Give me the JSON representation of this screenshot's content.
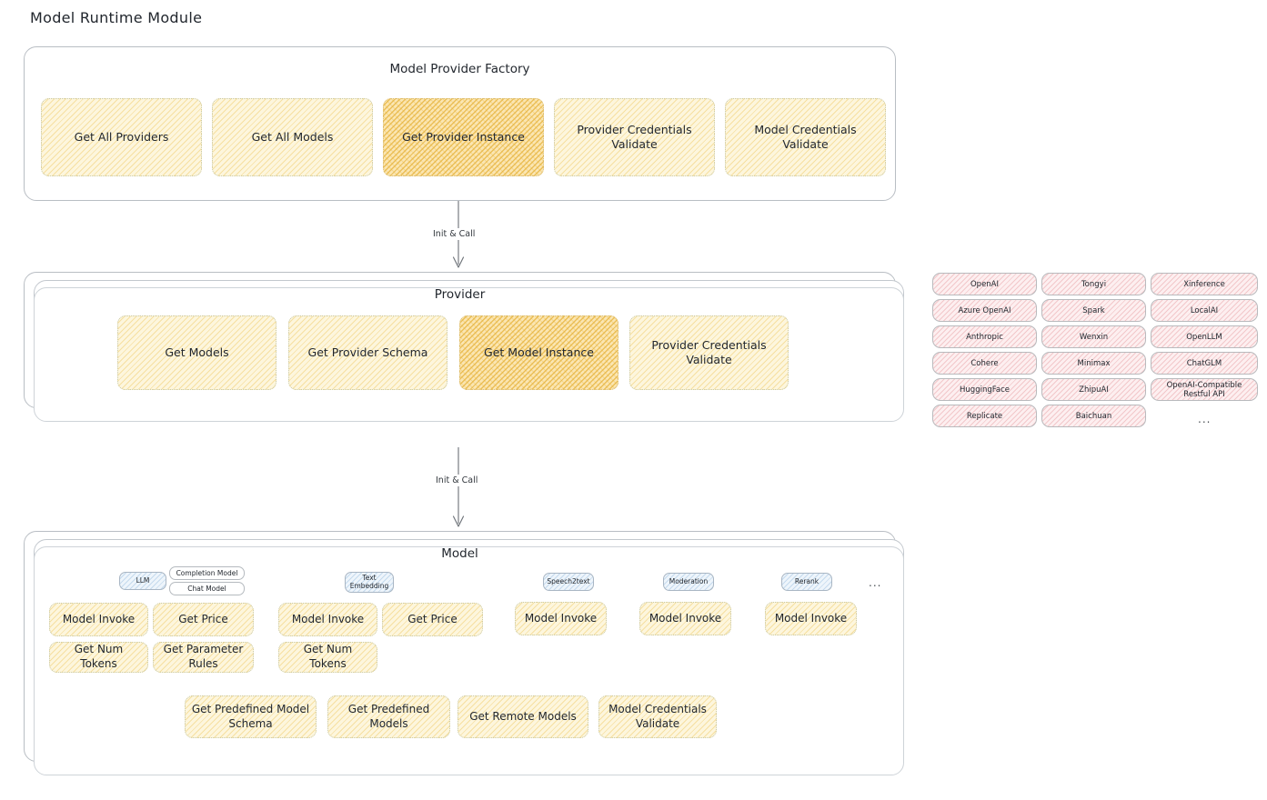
{
  "page": {
    "title": "Model Runtime Module"
  },
  "factory": {
    "title": "Model Provider Factory",
    "nodes": [
      {
        "label": "Get All Providers",
        "highlight": false
      },
      {
        "label": "Get All Models",
        "highlight": false
      },
      {
        "label": "Get Provider Instance",
        "highlight": true
      },
      {
        "label": "Provider Credentials Validate",
        "highlight": false
      },
      {
        "label": "Model Credentials Validate",
        "highlight": false
      }
    ]
  },
  "arrows": [
    {
      "label": "Init & Call"
    },
    {
      "label": "Init & Call"
    }
  ],
  "provider": {
    "title": "Provider",
    "nodes": [
      {
        "label": "Get Models",
        "highlight": false
      },
      {
        "label": "Get Provider Schema",
        "highlight": false
      },
      {
        "label": "Get Model Instance",
        "highlight": true
      },
      {
        "label": "Provider Credentials Validate",
        "highlight": false
      }
    ]
  },
  "provider_list": {
    "columns": [
      [
        "OpenAI",
        "Azure OpenAI",
        "Anthropic",
        "Cohere",
        "HuggingFace",
        "Replicate"
      ],
      [
        "Tongyi",
        "Spark",
        "Wenxin",
        "Minimax",
        "ZhipuAI",
        "Baichuan"
      ],
      [
        "Xinference",
        "LocalAI",
        "OpenLLM",
        "ChatGLM",
        "OpenAI-Compatible Restful API"
      ]
    ],
    "more": "..."
  },
  "model": {
    "title": "Model",
    "more": "...",
    "types": [
      {
        "tag": "LLM",
        "subtags": [
          "Completion Model",
          "Chat Model"
        ],
        "nodes": [
          {
            "label": "Model Invoke",
            "highlight": true
          },
          {
            "label": "Get Price",
            "highlight": false
          },
          {
            "label": "Get Num Tokens",
            "highlight": false
          },
          {
            "label": "Get Parameter Rules",
            "highlight": false
          }
        ]
      },
      {
        "tag": "Text Embedding",
        "subtags": [],
        "nodes": [
          {
            "label": "Model Invoke",
            "highlight": true
          },
          {
            "label": "Get Price",
            "highlight": false
          },
          {
            "label": "Get Num Tokens",
            "highlight": false
          }
        ]
      },
      {
        "tag": "Speech2text",
        "subtags": [],
        "nodes": [
          {
            "label": "Model Invoke",
            "highlight": true
          }
        ]
      },
      {
        "tag": "Moderation",
        "subtags": [],
        "nodes": [
          {
            "label": "Model Invoke",
            "highlight": true
          }
        ]
      },
      {
        "tag": "Rerank",
        "subtags": [],
        "nodes": [
          {
            "label": "Model Invoke",
            "highlight": true
          }
        ]
      }
    ],
    "common_nodes": [
      {
        "label": "Get Predefined Model Schema"
      },
      {
        "label": "Get Predefined Models"
      },
      {
        "label": "Get Remote Models"
      },
      {
        "label": "Model Credentials Validate"
      }
    ]
  },
  "colors": {
    "node_fill": "#fdf6dd",
    "node_highlight_fill": "#fbe6b2",
    "provider_chip_fill": "#fdeff0",
    "type_tag_fill": "#eef5fb",
    "panel_border": "#b9bec4"
  }
}
